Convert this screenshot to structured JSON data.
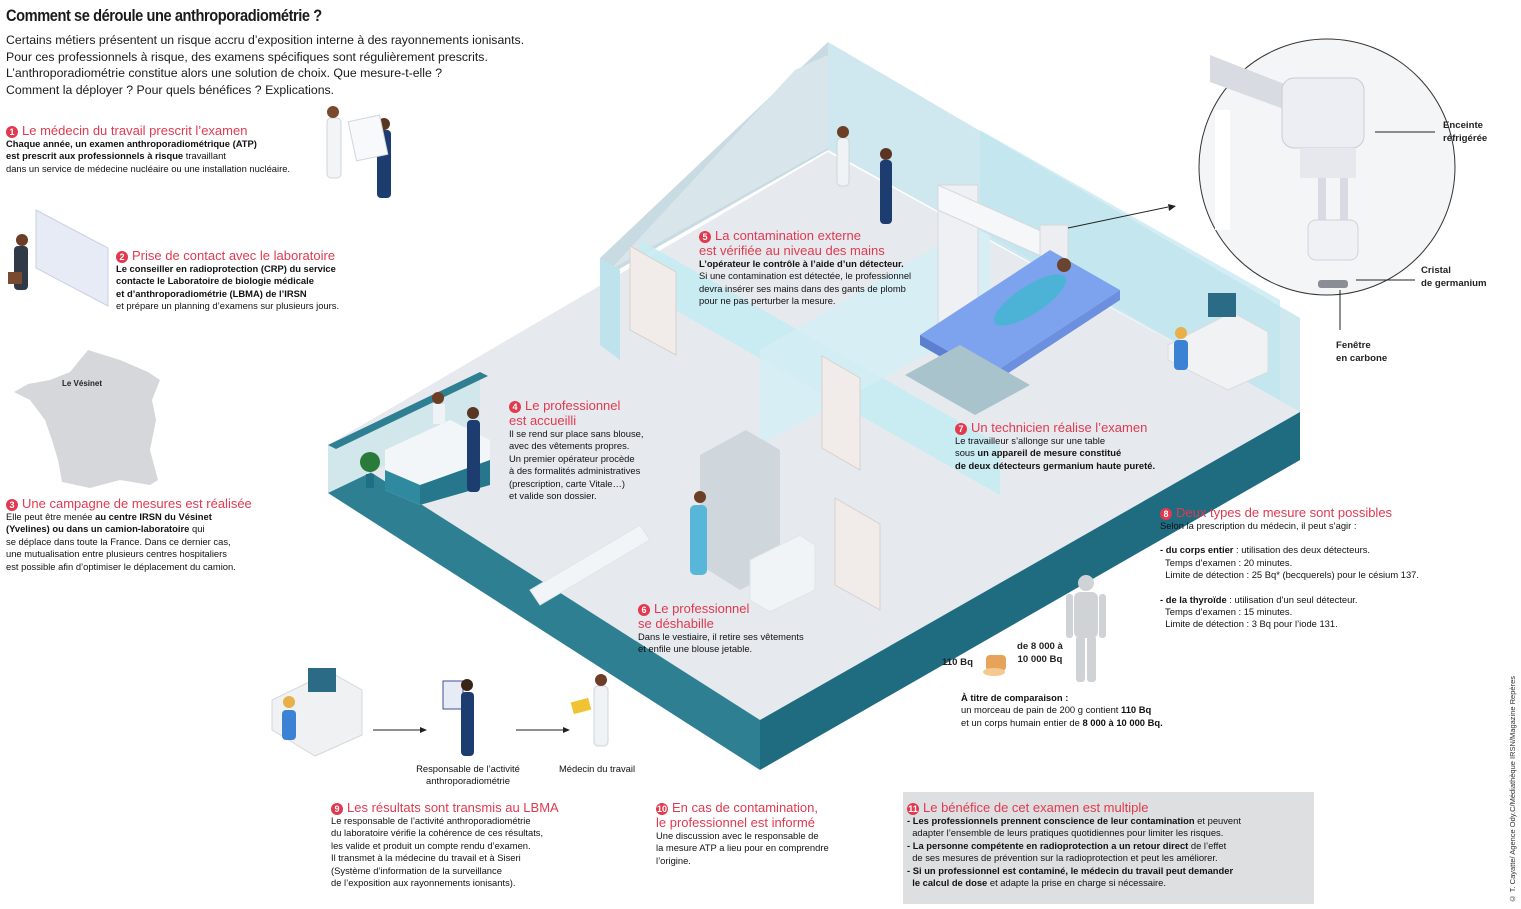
{
  "title": "Comment se déroule une anthroporadiométrie ?",
  "intro": [
    "Certains métiers présentent un risque accru d’exposition interne à des rayonnements ionisants.",
    "Pour ces professionnels à risque, des examens spécifiques sont régulièrement prescrits.",
    "L’anthroporadiométrie constitue alors une solution de choix. Que mesure-t-elle ?",
    "Comment la déployer ? Pour quels bénéfices ? Explications."
  ],
  "accent_color": "#e2394f",
  "steps": [
    {
      "number": "1",
      "heading": [
        "Le médecin du travail prescrit l’examen"
      ],
      "body": [
        {
          "bold": "Chaque année, un examen anthroporadiométrique (ATP)",
          "normal": ""
        },
        {
          "bold": "est prescrit aux professionnels à risque",
          "normal": " travaillant"
        },
        {
          "bold": "",
          "normal": "dans un service de médecine nucléaire ou une installation nucléaire."
        }
      ]
    },
    {
      "number": "2",
      "heading": [
        "Prise de contact avec le laboratoire"
      ],
      "body": [
        {
          "bold": "Le conseiller en radioprotection (CRP) du service",
          "normal": ""
        },
        {
          "bold": "contacte le Laboratoire de biologie médicale",
          "normal": ""
        },
        {
          "bold": "et d’anthroporadiométrie (LBMA) de l’IRSN",
          "normal": ""
        },
        {
          "bold": "",
          "normal": "et prépare un planning d’examens sur plusieurs jours."
        }
      ]
    },
    {
      "number": "3",
      "heading": [
        "Une campagne de mesures est réalisée"
      ],
      "body": [
        {
          "bold": "",
          "normal": "Elle peut être menée ",
          "bold2": "au centre IRSN du Vésinet"
        },
        {
          "bold": "(Yvelines) ou dans un camion-laboratoire",
          "normal": " qui"
        },
        {
          "bold": "",
          "normal": "se déplace dans toute la France. Dans ce dernier cas,"
        },
        {
          "bold": "",
          "normal": "une mutualisation entre plusieurs centres hospitaliers"
        },
        {
          "bold": "",
          "normal": "est possible afin d’optimiser le déplacement du camion."
        }
      ]
    },
    {
      "number": "4",
      "heading": [
        "Le professionnel",
        "est accueilli"
      ],
      "body": [
        {
          "bold": "",
          "normal": "Il se rend sur place sans blouse,"
        },
        {
          "bold": "",
          "normal": "avec des vêtements propres."
        },
        {
          "bold": "",
          "normal": "Un premier opérateur procède"
        },
        {
          "bold": "",
          "normal": "à des formalités administratives"
        },
        {
          "bold": "",
          "normal": "(prescription, carte Vitale…)"
        },
        {
          "bold": "",
          "normal": "et valide son dossier."
        }
      ]
    },
    {
      "number": "5",
      "heading": [
        "La contamination externe",
        "est vérifiée au niveau des mains"
      ],
      "body": [
        {
          "bold": "L’opérateur le contrôle à l’aide d’un détecteur.",
          "normal": ""
        },
        {
          "bold": "",
          "normal": "Si une contamination est détectée, le professionnel"
        },
        {
          "bold": "",
          "normal": "devra insérer ses mains dans des gants de plomb"
        },
        {
          "bold": "",
          "normal": "pour ne pas perturber la mesure."
        }
      ]
    },
    {
      "number": "6",
      "heading": [
        "Le professionnel",
        "se déshabille"
      ],
      "body": [
        {
          "bold": "",
          "normal": "Dans le vestiaire, il retire ses vêtements"
        },
        {
          "bold": "",
          "normal": "et enfile une blouse jetable."
        }
      ]
    },
    {
      "number": "7",
      "heading": [
        "Un technicien réalise l’examen"
      ],
      "body": [
        {
          "bold": "",
          "normal": "Le travailleur s’allonge sur une table"
        },
        {
          "bold": "",
          "normal": "sous ",
          "bold2": "un appareil de mesure constitué"
        },
        {
          "bold": "de deux détecteurs germanium haute pureté.",
          "normal": ""
        }
      ]
    },
    {
      "number": "8",
      "heading": [
        "Deux types de mesure sont possibles"
      ],
      "body": [
        {
          "bold": "",
          "normal": "Selon la prescription du médecin, il peut s’agir :"
        },
        {
          "bold": "",
          "normal": ""
        },
        {
          "bold": "- du corps entier",
          "normal": " : utilisation des deux détecteurs."
        },
        {
          "bold": "",
          "normal": "  Temps d’examen : 20 minutes."
        },
        {
          "bold": "",
          "normal": "  Limite de détection : 25 Bq* (becquerels) pour le césium 137."
        },
        {
          "bold": "",
          "normal": ""
        },
        {
          "bold": "- de la thyroïde",
          "normal": " : utilisation d’un seul détecteur."
        },
        {
          "bold": "",
          "normal": "  Temps d’examen : 15 minutes."
        },
        {
          "bold": "",
          "normal": "  Limite de détection : 3 Bq pour l’iode 131."
        }
      ]
    },
    {
      "number": "9",
      "heading": [
        "Les résultats sont transmis au LBMA"
      ],
      "body": [
        {
          "bold": "",
          "normal": "Le responsable de l’activité anthroporadiométrie"
        },
        {
          "bold": "",
          "normal": "du laboratoire vérifie la cohérence de ces résultats,"
        },
        {
          "bold": "",
          "normal": "les valide et produit un compte rendu d’examen."
        },
        {
          "bold": "",
          "normal": "Il transmet à la médecine du travail et à Siseri"
        },
        {
          "bold": "",
          "normal": "(Système d’information de la surveillance"
        },
        {
          "bold": "",
          "normal": "de l’exposition aux rayonnements ionisants)."
        }
      ]
    },
    {
      "number": "10",
      "heading": [
        "En cas de contamination,",
        "le professionnel est informé"
      ],
      "body": [
        {
          "bold": "",
          "normal": "Une discussion avec le responsable de"
        },
        {
          "bold": "",
          "normal": "la mesure ATP a lieu pour en comprendre"
        },
        {
          "bold": "",
          "normal": "l’origine."
        }
      ]
    },
    {
      "number": "11",
      "heading": [
        "Le bénéfice de cet examen est multiple"
      ],
      "body": [
        {
          "bold": "- Les professionnels prennent conscience de leur contamination",
          "normal": " et peuvent"
        },
        {
          "bold": "",
          "normal": "  adapter l’ensemble de leurs pratiques quotidiennes pour limiter les risques."
        },
        {
          "bold": "- La personne compétente en radioprotection a un retour direct",
          "normal": " de l’effet"
        },
        {
          "bold": "",
          "normal": "  de ses mesures de prévention sur la radioprotection et peut les améliorer."
        },
        {
          "bold": "- Si un professionnel est contaminé, le médecin du travail peut demander",
          "normal": ""
        },
        {
          "bold": "  le calcul de dose",
          "normal": " et adapte la prise en charge si nécessaire."
        }
      ]
    }
  ],
  "map_label": "Le Vésinet",
  "detector_labels": {
    "enclosure": [
      "Enceinte",
      "réfrigérée"
    ],
    "crystal": [
      "Cristal",
      "de germanium"
    ],
    "window": [
      "Fenêtre",
      "en carbone"
    ]
  },
  "comparison": {
    "bread_value": "110 Bq",
    "body_value": [
      "de 8 000 à",
      "10 000 Bq"
    ],
    "heading": "À titre de comparaison :",
    "lines": [
      {
        "normal": "un morceau de pain de 200 g contient ",
        "bold": "110 Bq"
      },
      {
        "normal": "et un corps humain entier de ",
        "bold": "8 000 à 10 000 Bq."
      }
    ]
  },
  "workflow_labels": {
    "responsible": [
      "Responsable de l’activité",
      "anthroporadiométrie"
    ],
    "doctor": "Médecin du travail"
  },
  "credit": "© T. Cayatte/ Agence Ody.C/Médiathèque IRSN/Magazine Repères"
}
